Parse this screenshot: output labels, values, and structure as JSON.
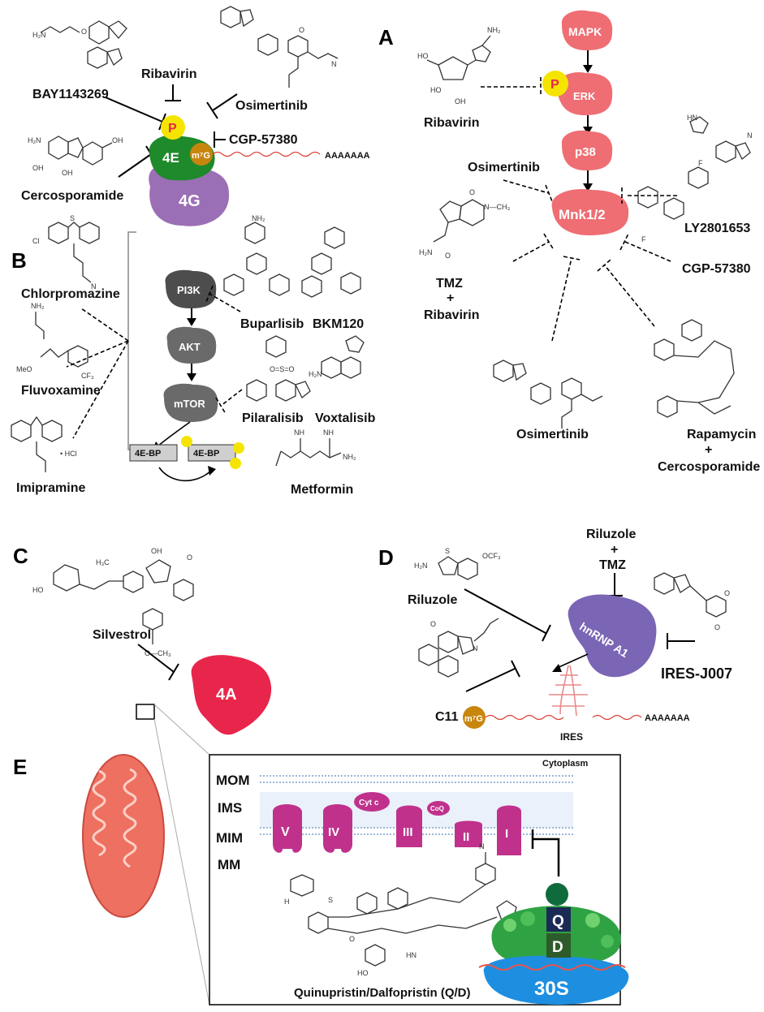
{
  "panels": {
    "a": "A",
    "b": "B",
    "c": "C",
    "d": "D",
    "e": "E"
  },
  "drugs": {
    "bay": "BAY1143269",
    "ribavirin": "Ribavirin",
    "osimertinib": "Osimertinib",
    "cgp": "CGP-57380",
    "cercosporamide": "Cercosporamide",
    "ly": "LY2801653",
    "tmz": "TMZ",
    "plus": "+",
    "rapamycin": "Rapamycin",
    "chlorpromazine": "Chlorpromazine",
    "fluvoxamine": "Fluvoxamine",
    "imipramine": "Imipramine",
    "buparlisib": "Buparlisib",
    "bkm120": "BKM120",
    "pilaralisib": "Pilaralisib",
    "voxtalisib": "Voxtalisib",
    "metformin": "Metformin",
    "silvestrol": "Silvestrol",
    "riluzole": "Riluzole",
    "c11": "C11",
    "iresj007": "IRES-J007",
    "qd": "Quinupristin/Dalfopristin (Q/D)"
  },
  "proteins": {
    "p": "P",
    "e4": "4E",
    "m7g": "m⁷G",
    "g4": "4G",
    "polyA": "AAAAAAA",
    "mapk": "MAPK",
    "erk": "ERK",
    "p38": "p38",
    "mnk": "Mnk1/2",
    "pi3k": "PI3K",
    "akt": "AKT",
    "mtor": "mTOR",
    "bp1": "4E-BP",
    "bp2": "4E-BP",
    "a4": "4A",
    "hnrnp": "hnRNP A1",
    "ires": "IRES"
  },
  "mito": {
    "cytoplasm": "Cytoplasm",
    "mom": "MOM",
    "ims": "IMS",
    "mim": "MIM",
    "mm": "MM",
    "complexes": [
      "V",
      "IV",
      "III",
      "II",
      "I"
    ],
    "cytc": "Cyt c",
    "coq": "CoQ",
    "q": "Q",
    "d": "D",
    "s30": "30S"
  },
  "colors": {
    "red_protein": "#ee6e73",
    "green_4e": "#1f8a2b",
    "purple_4g": "#9b6fb5",
    "yellow_p": "#f5e400",
    "gray_pathway": "#555555",
    "magenta_complex": "#c0318c",
    "crimson_4a": "#e8264b",
    "purple_hnrnp": "#7b65b5",
    "orange_m7g": "#c8860d",
    "rna_red": "#d9453b"
  }
}
